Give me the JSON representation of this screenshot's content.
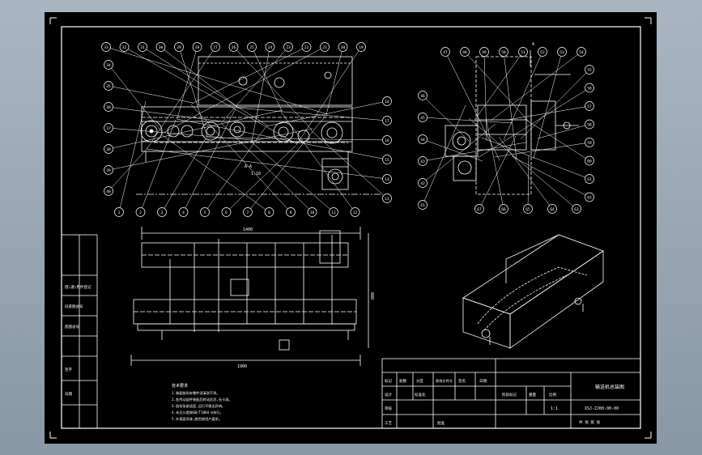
{
  "drawing": {
    "section_label": "A-A",
    "section_scale": "1:10",
    "dim_width": "1400",
    "dim_length": "1900",
    "dim_height": "800",
    "arrow_label": "A",
    "balloon_front": [
      "1",
      "2",
      "3",
      "4",
      "5",
      "6",
      "7",
      "8",
      "9",
      "10",
      "11",
      "12",
      "13",
      "14",
      "15",
      "16",
      "17",
      "18",
      "19",
      "20",
      "21",
      "22",
      "23",
      "24",
      "25",
      "26",
      "27",
      "28",
      "29",
      "30",
      "31",
      "32",
      "33",
      "34",
      "35",
      "36",
      "37",
      "38",
      "39",
      "40"
    ],
    "balloon_side": [
      "41",
      "42",
      "43",
      "44",
      "45",
      "46",
      "47",
      "48",
      "49",
      "50",
      "51",
      "52",
      "53",
      "54",
      "55",
      "56",
      "57",
      "58",
      "59",
      "60",
      "61",
      "62",
      "63",
      "64",
      "65",
      "66",
      "67"
    ]
  },
  "title_block": {
    "title": "输送机总装图",
    "drawing_number": "XSJ-ZJ00-00-00",
    "scale": "1:1",
    "sheet_label": "共 张 第 张",
    "rows": [
      [
        "标记",
        "处数",
        "分区",
        "更改文件号",
        "签名",
        "日期"
      ],
      [
        "设计",
        "标准化",
        "",
        "阶段标记",
        "重量",
        "比例"
      ],
      [
        "审核",
        "",
        "",
        "",
        "",
        ""
      ],
      [
        "工艺",
        "",
        "批准",
        "",
        "",
        ""
      ]
    ]
  },
  "side_panel": [
    "借(通)用件登记",
    "旧底图总号",
    "底图总号",
    "签字",
    "日期"
  ],
  "notes": {
    "heading": "技术要求",
    "lines": [
      "1.装配前所有零件须清洗干净。",
      "2.各传动部件装配后转动灵活,无卡滞。",
      "3.链条张紧适度,运行平稳无异响。",
      "4.未注公差按GB/T1804-m执行。",
      "5.外表面涂漆,颜色按用户要求。"
    ]
  }
}
